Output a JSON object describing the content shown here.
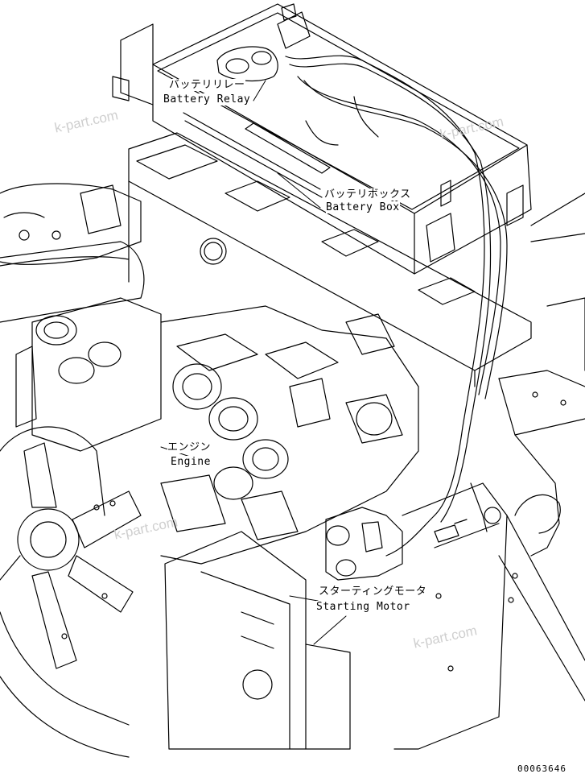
{
  "labels": {
    "battery_relay_jp": "バッテリリレー",
    "battery_relay_en": "Battery Relay",
    "battery_box_jp": "バッテリボックス",
    "battery_box_en": "Battery Box",
    "engine_jp": "エンジン",
    "engine_en": "Engine",
    "starting_motor_jp": "スターティングモータ",
    "starting_motor_en": "Starting Motor"
  },
  "watermark": "k-part.com",
  "drawing_code": "00063646",
  "colors": {
    "line": "#000000",
    "watermark": "#cfcfcf",
    "background": "#ffffff"
  }
}
